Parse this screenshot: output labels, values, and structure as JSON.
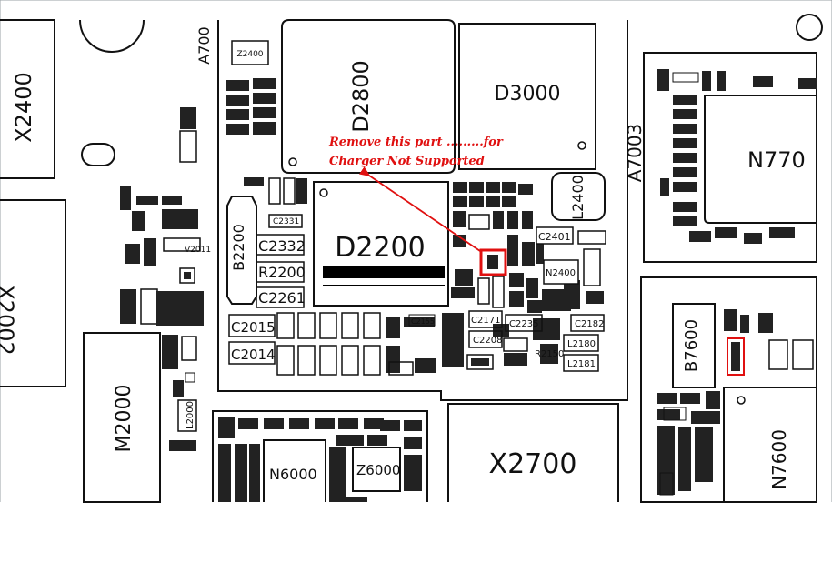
{
  "annotation": {
    "line1": "Remove this part .........for",
    "line2": "Charger Not Supported",
    "color": "#e01010"
  },
  "components": {
    "A700": "A700",
    "Z2400": "Z2400",
    "X2400": "X2400",
    "D2800": "D2800",
    "D3000": "D3000",
    "A7003": "A7003",
    "N770": "N770",
    "L2400": "L2400",
    "D2200": "D2200",
    "B2200": "B2200",
    "C2332": "C2332",
    "R2200": "R2200",
    "C2261": "C2261",
    "C2331": "C2331",
    "C2401": "C2401",
    "N2400": "N2400",
    "C2015": "C2015",
    "C2014": "C2014",
    "C2171": "C2171",
    "C2235": "C2235",
    "C2182": "C2182",
    "C2208": "C2208",
    "L2180": "L2180",
    "L2181": "L2181",
    "R2150": "R2150",
    "C2155": "C2155",
    "M2000": "M2000",
    "X2002": "X2002",
    "L2000": "L2000",
    "V2011": "V2011",
    "B7600": "B7600",
    "N7600": "N7600",
    "N6000": "N6000",
    "Z6000": "Z6000",
    "X2700": "X2700"
  }
}
